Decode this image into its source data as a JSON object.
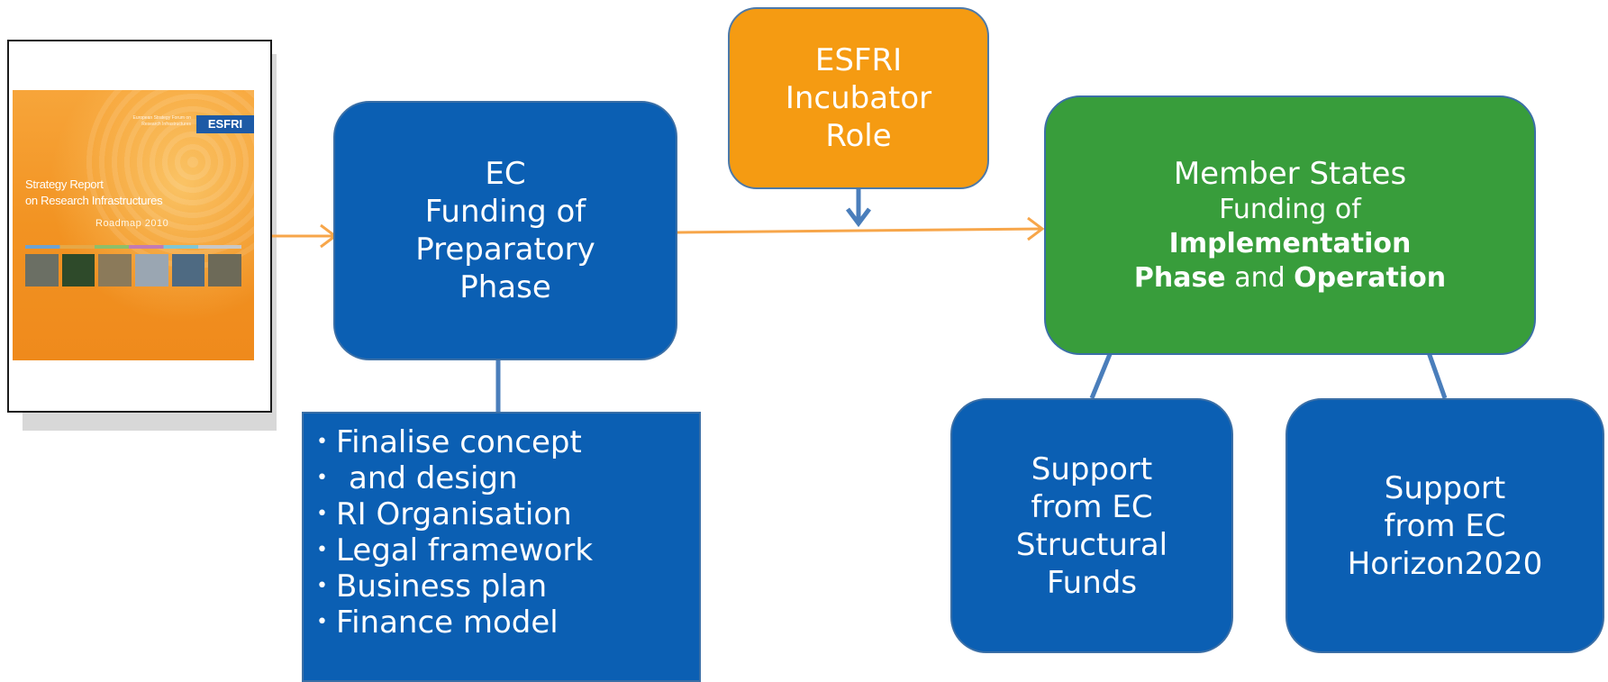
{
  "report_cover": {
    "brand": "ESFRI",
    "small_text": "European Strategy Forum on Research Infrastructures",
    "title_line1": "Strategy Report",
    "title_line2": "on Research Infrastructures",
    "subtitle": "Roadmap 2010",
    "photo_colors": [
      "#6b6f64",
      "#2e4a2a",
      "#8b7a5a",
      "#9aa6b2",
      "#4e6a82",
      "#6d6a58"
    ]
  },
  "ec_box": {
    "line1": "EC",
    "line2": "Funding of",
    "line3": "Preparatory",
    "line4": "Phase"
  },
  "esfri_box": {
    "line1": "ESFRI",
    "line2": "Incubator",
    "line3": "Role"
  },
  "member_states_box": {
    "line1": "Member States",
    "line2": "Funding of",
    "line3": "Implementation",
    "line4_bold_a": "Phase",
    "line4_mid": " and ",
    "line4_bold_b": "Operation"
  },
  "preparatory_tasks": {
    "items": [
      "Finalise concept",
      "and design",
      "RI Organisation",
      "Legal framework",
      "Business plan",
      "Finance model"
    ]
  },
  "structural_funds_box": {
    "line1": "Support",
    "line2": "from EC",
    "line3": "Structural",
    "line4": "Funds"
  },
  "horizon_box": {
    "line1": "Support",
    "line2": "from EC",
    "line3": "Horizon2020"
  },
  "colors": {
    "blue": "#0b5fb3",
    "orange": "#f59b12",
    "green": "#389d3b",
    "flow_arrow": "#f7a64a",
    "connector": "#4a7ebb"
  }
}
